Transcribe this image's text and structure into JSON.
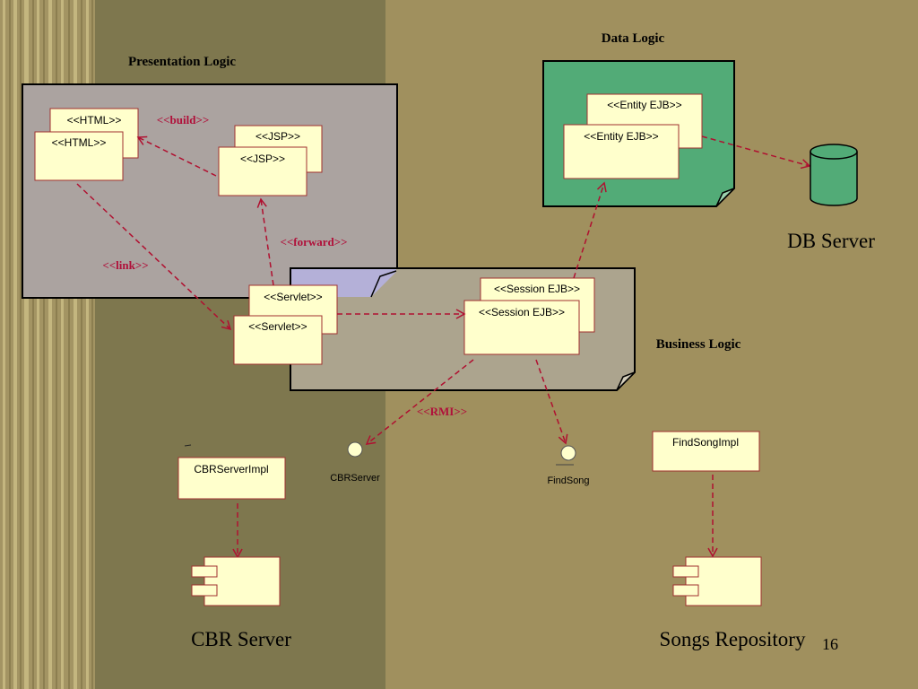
{
  "slide": {
    "page_number": "16",
    "colors": {
      "background": "#a0905e",
      "dark_band": "#7e774e",
      "stripe_light": "#c4b67f",
      "stripe_dark": "#8c7e50",
      "note_fill": "#ffffcc",
      "note_border": "#a03030",
      "arrow_color": "#b01030",
      "presentation_fill": "#aba3a0",
      "data_fill": "#52ab77",
      "business_fill": "#aca48e",
      "stereotype_text": "#b0103a"
    }
  },
  "groups": {
    "presentation": "Presentation Logic",
    "data": "Data Logic",
    "business": "Business Logic"
  },
  "components": {
    "html_back": "<<HTML>>",
    "html_front": "<<HTML>>",
    "jsp_back": "<<JSP>>",
    "jsp_front": "<<JSP>>",
    "servlet_back": "<<Servlet>>",
    "servlet_front": "<<Servlet>>",
    "session_back": "<<Session EJB>>",
    "session_front": "<<Session EJB>>",
    "entity_back": "<<Entity EJB>>",
    "entity_front": "<<Entity EJB>>",
    "cbr_impl": "CBRServerImpl",
    "findsong_impl": "FindSongImpl"
  },
  "stereotypes": {
    "build": "<<build>>",
    "forward": "<<forward>>",
    "link": "<<link>>",
    "rmi": "<<RMI>>"
  },
  "interfaces": {
    "cbr": "CBRServer",
    "findsong": "FindSong"
  },
  "nodes": {
    "db": "DB Server",
    "cbr": "CBR Server",
    "songs": "Songs Repository"
  }
}
